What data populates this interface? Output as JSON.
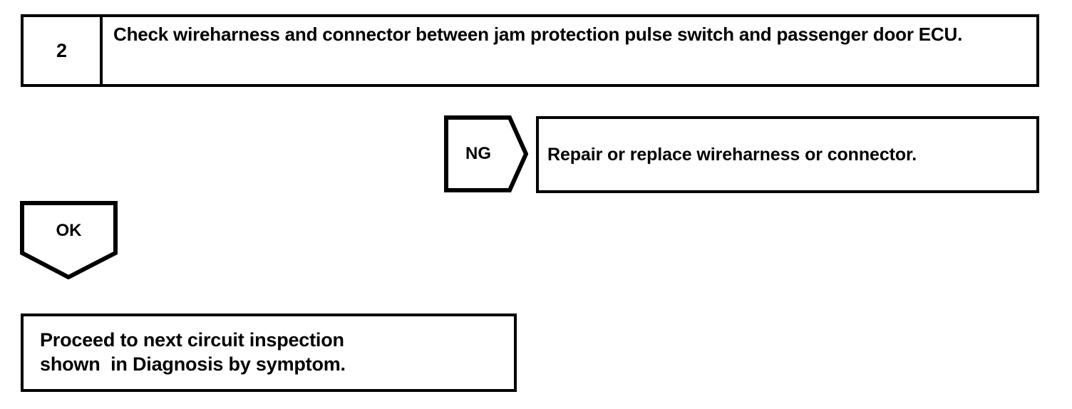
{
  "diagram": {
    "type": "troubleshooting-flowchart",
    "stroke_color": "#000000",
    "background_color": "#ffffff"
  },
  "step": {
    "number": "2",
    "instruction": "Check wireharness and connector between jam protection pulse switch and passenger door ECU."
  },
  "ng_branch": {
    "label": "NG",
    "result_text": "Repair or replace wireharness or connector."
  },
  "ok_branch": {
    "label": "OK",
    "result_line1": "Proceed to next circuit inspection",
    "result_line2": "shown  in Diagnosis by symptom."
  }
}
